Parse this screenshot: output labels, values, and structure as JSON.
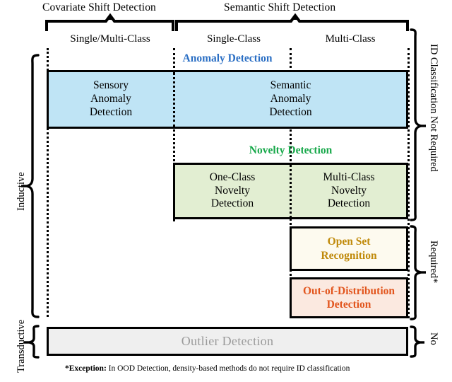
{
  "figure": {
    "top_groups": [
      {
        "label": "Covariate Shift Detection"
      },
      {
        "label": "Semantic Shift Detection"
      }
    ],
    "columns": [
      {
        "label": "Single/Multi-Class"
      },
      {
        "label": "Single-Class"
      },
      {
        "label": "Multi-Class"
      }
    ],
    "rows": [
      {
        "title": "Anomaly Detection",
        "title_color": "#2b6fc4",
        "fill": "#bfe4f5",
        "cells": [
          {
            "label": "Sensory\nAnomaly\nDetection",
            "lines": [
              "Sensory",
              "Anomaly",
              "Detection"
            ]
          },
          {
            "label": "Semantic\nAnomaly\nDetection",
            "lines": [
              "Semantic",
              "Anomaly",
              "Detection"
            ]
          }
        ]
      },
      {
        "title": "Novelty Detection",
        "title_color": "#17a84a",
        "fill": "#e2eed2",
        "cells": [
          {
            "lines": [
              "One-Class",
              "Novelty",
              "Detection"
            ]
          },
          {
            "lines": [
              "Multi-Class",
              "Novelty",
              "Detection"
            ]
          }
        ]
      },
      {
        "title": "",
        "fill": "#fdfaef",
        "cells": [
          {
            "lines": [
              "Open Set",
              "Recognition"
            ]
          }
        ]
      },
      {
        "title": "",
        "fill": "#fbe9e0",
        "cells": [
          {
            "lines": [
              "Out-of-Distribution",
              "Detection"
            ]
          }
        ]
      },
      {
        "title": "",
        "fill": "#efefef",
        "cells": [
          {
            "lines": [
              "Outlier Detection"
            ]
          }
        ]
      }
    ],
    "left_labels": [
      {
        "label": "Inductive"
      },
      {
        "label": "Transductive"
      }
    ],
    "right_labels": [
      {
        "label": "ID Classification Not Required"
      },
      {
        "label": "Required*"
      },
      {
        "label": "No"
      }
    ],
    "footnote": {
      "emphasis": "*Exception:",
      "rest": " In OOD Detection, density-based methods do not require ID classification"
    },
    "colors": {
      "anomaly": "#2b6fc4",
      "novelty": "#17a84a",
      "open_set": "#c08a0b",
      "ood": "#e2551d",
      "outlier": "#9a9a9a"
    }
  }
}
